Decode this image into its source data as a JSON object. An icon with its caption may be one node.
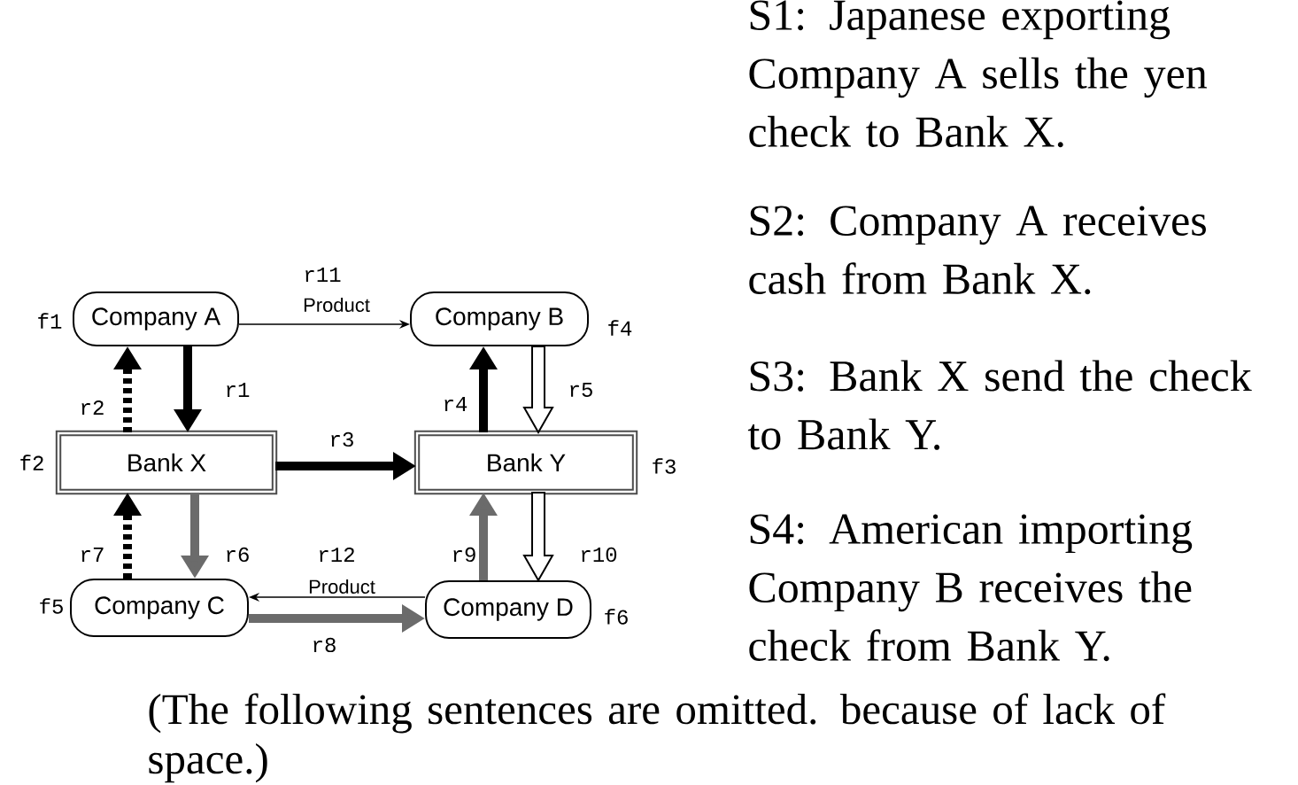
{
  "diagram": {
    "nodes": [
      {
        "text": [
          "Company A"
        ],
        "beside": [
          "f1"
        ]
      },
      {
        "text": [
          "Company B"
        ],
        "beside": [
          "f4"
        ]
      },
      {
        "text": [
          "Bank  X"
        ],
        "beside": [
          "f2"
        ]
      },
      {
        "text": [
          "Bank Y"
        ],
        "beside": [
          "f3"
        ]
      },
      {
        "text": [
          "Company C"
        ],
        "beside": [
          "f5"
        ]
      },
      {
        "text": [
          "Company D"
        ],
        "beside": [
          "f6"
        ]
      }
    ],
    "edges": [
      {
        "from": 0,
        "to": 2,
        "arrow": "to",
        "label": "r1"
      },
      {
        "from": 2,
        "to": 0,
        "arrow": "to",
        "label": "r2",
        "style": "dashed"
      },
      {
        "from": 2,
        "to": 3,
        "arrow": "to",
        "label": "r3"
      },
      {
        "from": 3,
        "to": 1,
        "arrow": "to",
        "label": "r4"
      },
      {
        "from": 1,
        "to": 3,
        "arrow": "to",
        "label": "r5",
        "color": "#ffffff"
      },
      {
        "from": 2,
        "to": 4,
        "arrow": "to",
        "label": "r6",
        "color": "#6b6b6b"
      },
      {
        "from": 4,
        "to": 2,
        "arrow": "to",
        "label": "r7",
        "style": "dashed"
      },
      {
        "from": 4,
        "to": 5,
        "arrow": "to",
        "label": "r8",
        "color": "#6b6b6b"
      },
      {
        "from": 5,
        "to": 3,
        "arrow": "to",
        "label": "r9",
        "color": "#6b6b6b"
      },
      {
        "from": 3,
        "to": 5,
        "arrow": "to",
        "label": "r10",
        "color": "#ffffff"
      },
      {
        "from": 0,
        "to": 1,
        "arrow": "to",
        "label": "r11"
      },
      {
        "from": 5,
        "to": 4,
        "arrow": "to",
        "label": "r12"
      }
    ],
    "labels": [
      "S1: Japanese exporting Company A sells the yen check to Bank X.",
      "S2: Company A receives cash from Bank X.",
      "S3: Bank X send the check to Bank Y.",
      "S4: American importing Company B receives the check from Bank Y.",
      "Product",
      "Product",
      "(The following sentences are omitted. because of lack of space.)"
    ]
  }
}
